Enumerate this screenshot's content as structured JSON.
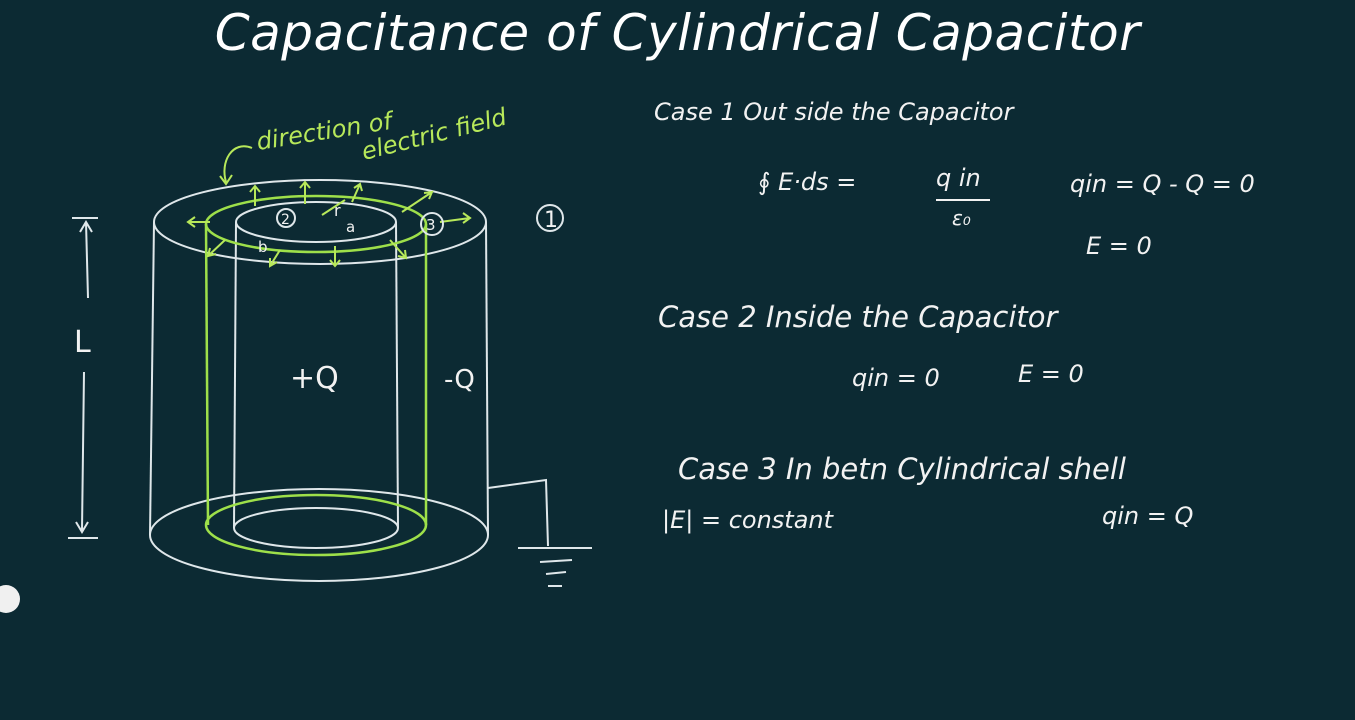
{
  "title": "Capacitance of Cylindrical Capacitor",
  "colors": {
    "background": "#0c2a33",
    "ink": "#f2f2f2",
    "highlight": "#b7e85a"
  },
  "diagram": {
    "annotation_line1": "direction of",
    "annotation_line2": "electric field",
    "length_label": "L",
    "inner_charge": "+Q",
    "outer_charge": "-Q",
    "figure_number": "1",
    "point_2": "2",
    "point_3": "3",
    "label_r": "r",
    "label_a": "a",
    "label_b": "b"
  },
  "notes": {
    "case1_heading": "Case 1  Out side the Capacitor",
    "case1_integral": "∮ E·ds  =",
    "case1_qin_num": "q in",
    "case1_qin_den": "ε₀",
    "case1_qin_eq": "qin = Q - Q = 0",
    "case1_E": "E = 0",
    "case2_heading": "Case 2  Inside the Capacitor",
    "case2_qin": "qin = 0",
    "case2_E": "E = 0",
    "case3_heading": "Case 3  In betn Cylindrical shell",
    "case3_E": "|E| = constant",
    "case3_qin": "qin = Q"
  }
}
